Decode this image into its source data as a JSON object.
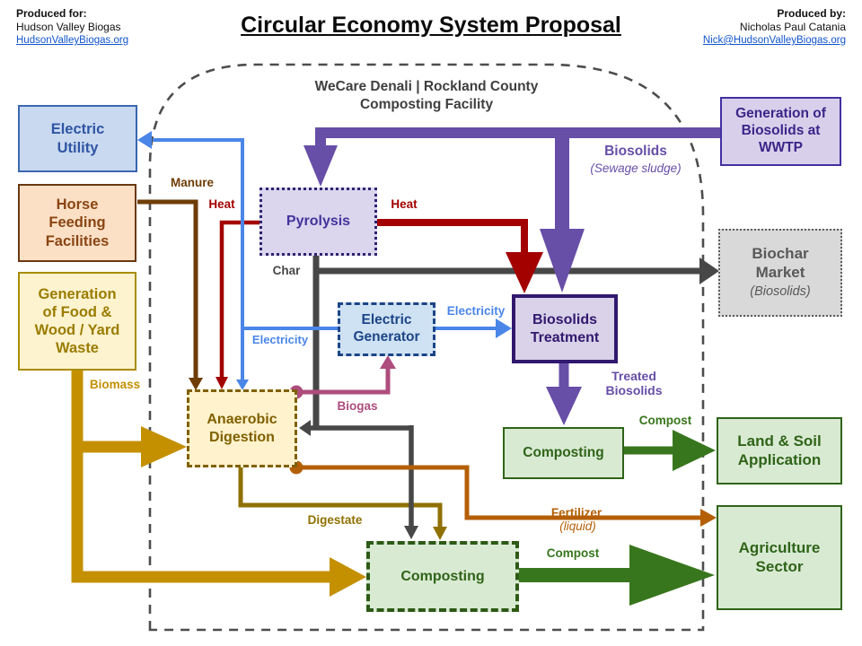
{
  "header": {
    "produced_for": {
      "heading": "Produced for:",
      "name": "Hudson Valley Biogas",
      "link": "HudsonValleyBiogas.org"
    },
    "title": "Circular Economy System Proposal",
    "produced_by": {
      "heading": "Produced by:",
      "name": "Nicholas Paul Catania",
      "link": "Nick@HudsonValleyBiogas.org"
    }
  },
  "facility": {
    "label": "WeCare Denali | Rockland County\nComposting Facility"
  },
  "nodes": {
    "electric_utility": {
      "label": "Electric\nUtility"
    },
    "horse_feeding": {
      "label": "Horse\nFeeding\nFacilities"
    },
    "food_waste": {
      "label": "Generation\nof Food &\nWood / Yard\nWaste"
    },
    "wwtp": {
      "label": "Generation of\nBiosolids at\nWWTP"
    },
    "biochar_market": {
      "label": "Biochar\nMarket",
      "sublabel": "(Biosolids)"
    },
    "pyrolysis": {
      "label": "Pyrolysis"
    },
    "electric_generator": {
      "label": "Electric\nGenerator"
    },
    "biosolids_treatment": {
      "label": "Biosolids\nTreatment"
    },
    "anaerobic_digestion": {
      "label": "Anaerobic\nDigestion"
    },
    "composting_top": {
      "label": "Composting"
    },
    "composting_bottom": {
      "label": "Composting"
    },
    "land_soil": {
      "label": "Land & Soil\nApplication"
    },
    "agriculture": {
      "label": "Agriculture\nSector"
    }
  },
  "flow_labels": {
    "manure": "Manure",
    "heat_left": "Heat",
    "heat_right": "Heat",
    "char": "Char",
    "electricity_left": "Electricity",
    "electricity_right": "Electricity",
    "biogas": "Biogas",
    "biomass": "Biomass",
    "digestate": "Digestate",
    "biosolids": "Biosolids",
    "sewage_sludge": "(Sewage sludge)",
    "treated_biosolids": "Treated\nBiosolids",
    "compost_top": "Compost",
    "compost_bottom": "Compost",
    "fertilizer": "Fertilizer",
    "fertilizer_qualifier": "(liquid)"
  },
  "colors": {
    "electricity_blue": "#4a86e8",
    "biosolids_purple": "#674ea7",
    "heat_red": "#a30000",
    "manure_brown": "#6e3d07",
    "biomass_gold": "#c49000",
    "digestate_olive": "#8f7000",
    "char_gray": "#474747",
    "biogas_pink": "#ad4d7d",
    "fertilizer_orange": "#b45f06",
    "compost_green": "#38761d",
    "boundary_gray": "#4d4d4d",
    "link_blue": "#1155cc"
  },
  "edges": [
    {
      "from": "horse_feeding",
      "to": "anaerobic_digestion",
      "label": "Manure",
      "color": "#6e3d07"
    },
    {
      "from": "food_waste",
      "to": "anaerobic_digestion",
      "label": "Biomass",
      "color": "#c49000"
    },
    {
      "from": "food_waste",
      "to": "composting_bottom",
      "label": "Biomass",
      "color": "#c49000"
    },
    {
      "from": "wwtp",
      "to": "pyrolysis",
      "label": "Biosolids (Sewage sludge)",
      "color": "#674ea7"
    },
    {
      "from": "wwtp",
      "to": "biosolids_treatment",
      "label": "Biosolids (Sewage sludge)",
      "color": "#674ea7"
    },
    {
      "from": "pyrolysis",
      "to": "biosolids_treatment",
      "label": "Heat",
      "color": "#a30000"
    },
    {
      "from": "pyrolysis",
      "to": "anaerobic_digestion",
      "label": "Heat",
      "color": "#a30000"
    },
    {
      "from": "pyrolysis",
      "to": "biochar_market",
      "label": "Char",
      "color": "#474747"
    },
    {
      "from": "pyrolysis",
      "to": "anaerobic_digestion",
      "label": "Char",
      "color": "#474747"
    },
    {
      "from": "pyrolysis",
      "to": "composting_bottom",
      "label": "Char",
      "color": "#474747"
    },
    {
      "from": "anaerobic_digestion",
      "to": "electric_generator",
      "label": "Biogas",
      "color": "#ad4d7d"
    },
    {
      "from": "electric_generator",
      "to": "biosolids_treatment",
      "label": "Electricity",
      "color": "#4a86e8"
    },
    {
      "from": "electric_generator",
      "to": "electric_utility",
      "label": "Electricity",
      "color": "#4a86e8"
    },
    {
      "from": "electric_generator",
      "to": "anaerobic_digestion",
      "label": "Electricity",
      "color": "#4a86e8"
    },
    {
      "from": "anaerobic_digestion",
      "to": "composting_bottom",
      "label": "Digestate",
      "color": "#8f7000"
    },
    {
      "from": "anaerobic_digestion",
      "to": "agriculture",
      "label": "Fertilizer (liquid)",
      "color": "#b45f06"
    },
    {
      "from": "biosolids_treatment",
      "to": "composting_top",
      "label": "Treated Biosolids",
      "color": "#674ea7"
    },
    {
      "from": "composting_top",
      "to": "land_soil",
      "label": "Compost",
      "color": "#38761d"
    },
    {
      "from": "composting_bottom",
      "to": "agriculture",
      "label": "Compost",
      "color": "#38761d"
    }
  ]
}
